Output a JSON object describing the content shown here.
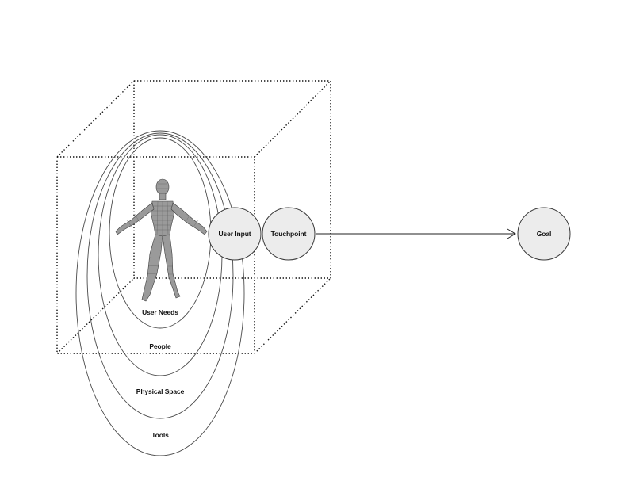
{
  "rings": [
    {
      "label": "User Needs"
    },
    {
      "label": "People"
    },
    {
      "label": "Physical Space"
    },
    {
      "label": "Tools"
    }
  ],
  "nodes": {
    "user_input": "User Input",
    "touchpoint": "Touchpoint",
    "goal": "Goal"
  },
  "colors": {
    "node_fill": "#ececec",
    "line": "#222222",
    "figure": "#9a9a9a"
  },
  "icons": [
    "human-figure-icon",
    "arrow-head-icon"
  ]
}
